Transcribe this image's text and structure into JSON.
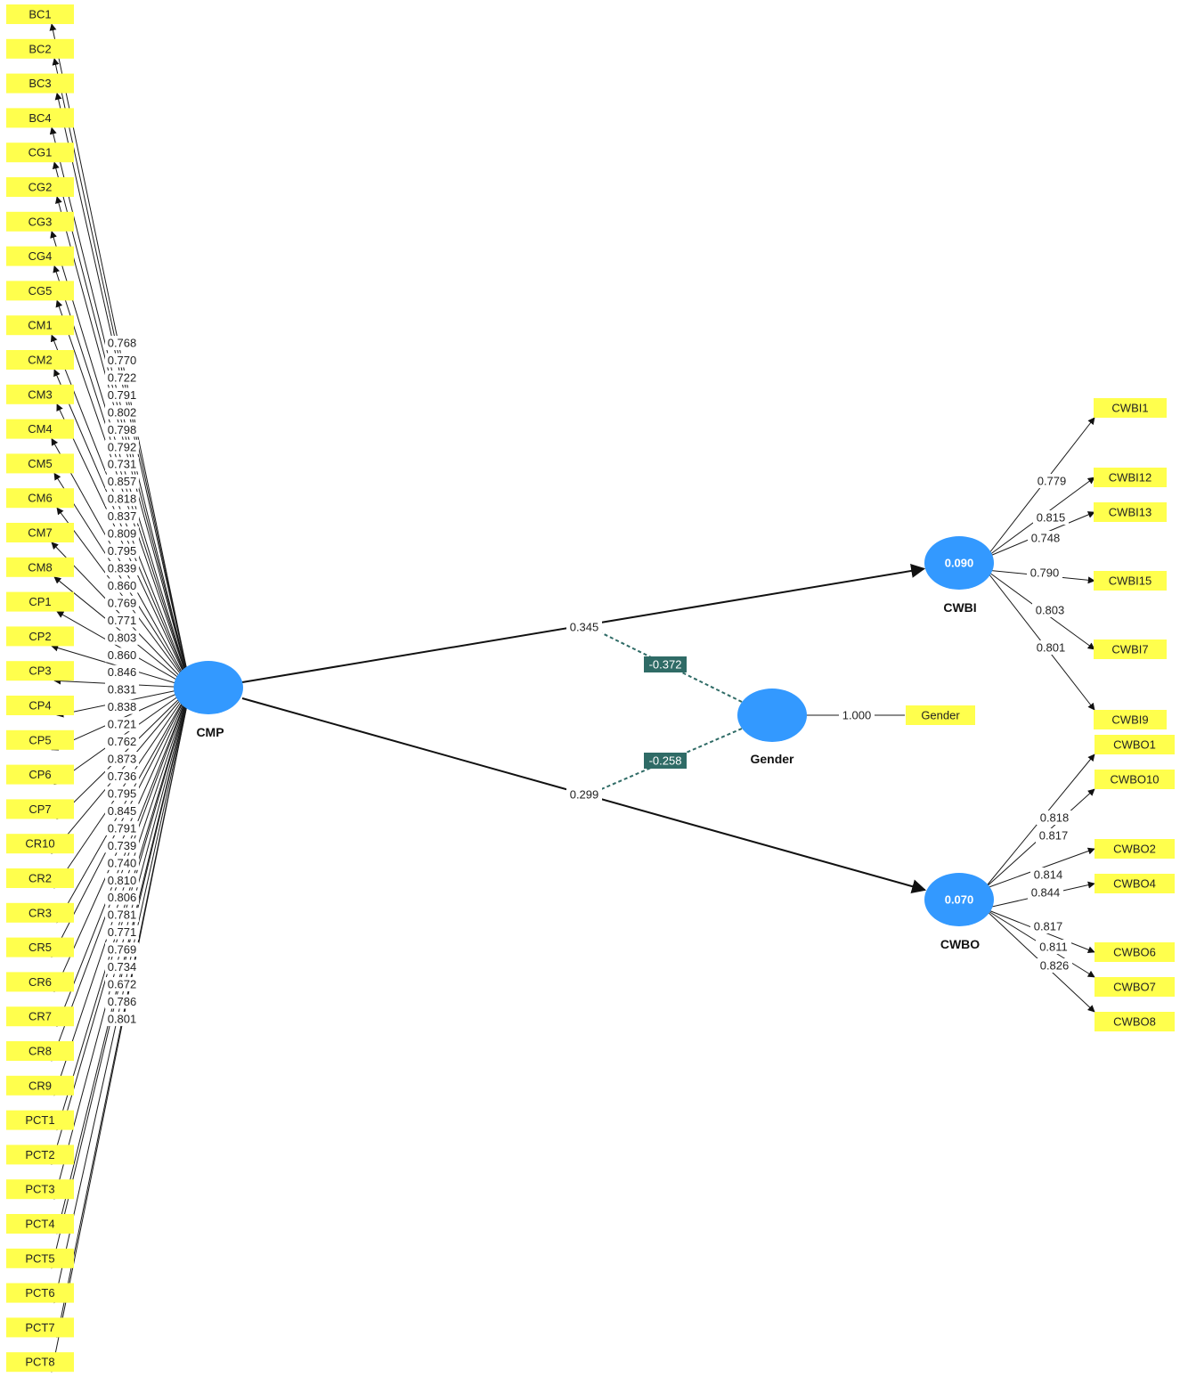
{
  "colors": {
    "indicator_fill": "#ffff4d",
    "construct_fill": "#3399ff",
    "moderator_label_fill": "#2f6b66"
  },
  "constructs": {
    "cmp": {
      "name": "CMP",
      "r2": ""
    },
    "cwbi": {
      "name": "CWBI",
      "r2": "0.090"
    },
    "cwbo": {
      "name": "CWBO",
      "r2": "0.070"
    },
    "gender": {
      "name": "Gender",
      "r2": ""
    }
  },
  "cmp_indicators": [
    {
      "label": "BC1",
      "loading": "0.768"
    },
    {
      "label": "BC2",
      "loading": "0.770"
    },
    {
      "label": "BC3",
      "loading": "0.722"
    },
    {
      "label": "BC4",
      "loading": "0.791"
    },
    {
      "label": "CG1",
      "loading": "0.802"
    },
    {
      "label": "CG2",
      "loading": "0.798"
    },
    {
      "label": "CG3",
      "loading": "0.792"
    },
    {
      "label": "CG4",
      "loading": "0.731"
    },
    {
      "label": "CG5",
      "loading": "0.857"
    },
    {
      "label": "CM1",
      "loading": "0.818"
    },
    {
      "label": "CM2",
      "loading": "0.837"
    },
    {
      "label": "CM3",
      "loading": "0.809"
    },
    {
      "label": "CM4",
      "loading": "0.795"
    },
    {
      "label": "CM5",
      "loading": "0.839"
    },
    {
      "label": "CM6",
      "loading": "0.860"
    },
    {
      "label": "CM7",
      "loading": "0.769"
    },
    {
      "label": "CM8",
      "loading": "0.771"
    },
    {
      "label": "CP1",
      "loading": "0.803"
    },
    {
      "label": "CP2",
      "loading": "0.860"
    },
    {
      "label": "CP3",
      "loading": "0.846"
    },
    {
      "label": "CP4",
      "loading": "0.831"
    },
    {
      "label": "CP5",
      "loading": "0.838"
    },
    {
      "label": "CP6",
      "loading": "0.721"
    },
    {
      "label": "CP7",
      "loading": "0.762"
    },
    {
      "label": "CR10",
      "loading": "0.873"
    },
    {
      "label": "CR2",
      "loading": "0.736"
    },
    {
      "label": "CR3",
      "loading": "0.795"
    },
    {
      "label": "CR5",
      "loading": "0.845"
    },
    {
      "label": "CR6",
      "loading": "0.791"
    },
    {
      "label": "CR7",
      "loading": "0.739"
    },
    {
      "label": "CR8",
      "loading": "0.740"
    },
    {
      "label": "CR9",
      "loading": "0.810"
    },
    {
      "label": "PCT1",
      "loading": "0.806"
    },
    {
      "label": "PCT2",
      "loading": "0.781"
    },
    {
      "label": "PCT3",
      "loading": "0.771"
    },
    {
      "label": "PCT4",
      "loading": "0.769"
    },
    {
      "label": "PCT5",
      "loading": "0.734"
    },
    {
      "label": "PCT6",
      "loading": "0.672"
    },
    {
      "label": "PCT7",
      "loading": "0.786"
    },
    {
      "label": "PCT8",
      "loading": "0.801"
    }
  ],
  "cwbi_indicators": [
    {
      "label": "CWBI1",
      "loading": "0.779"
    },
    {
      "label": "CWBI12",
      "loading": "0.815"
    },
    {
      "label": "CWBI13",
      "loading": "0.748"
    },
    {
      "label": "CWBI15",
      "loading": "0.790"
    },
    {
      "label": "CWBI7",
      "loading": "0.803"
    },
    {
      "label": "CWBI9",
      "loading": "0.801"
    }
  ],
  "cwbo_indicators": [
    {
      "label": "CWBO1",
      "loading": "0.818"
    },
    {
      "label": "CWBO10",
      "loading": "0.817"
    },
    {
      "label": "CWBO2",
      "loading": "0.814"
    },
    {
      "label": "CWBO4",
      "loading": "0.844"
    },
    {
      "label": "CWBO6",
      "loading": "0.817"
    },
    {
      "label": "CWBO7",
      "loading": "0.811"
    },
    {
      "label": "CWBO8",
      "loading": "0.826"
    }
  ],
  "gender_indicator": {
    "label": "Gender",
    "loading": "1.000"
  },
  "paths": {
    "cmp_to_cwbi": "0.345",
    "cmp_to_cwbo": "0.299",
    "moderation_cwbi": "-0.372",
    "moderation_cwbo": "-0.258"
  }
}
